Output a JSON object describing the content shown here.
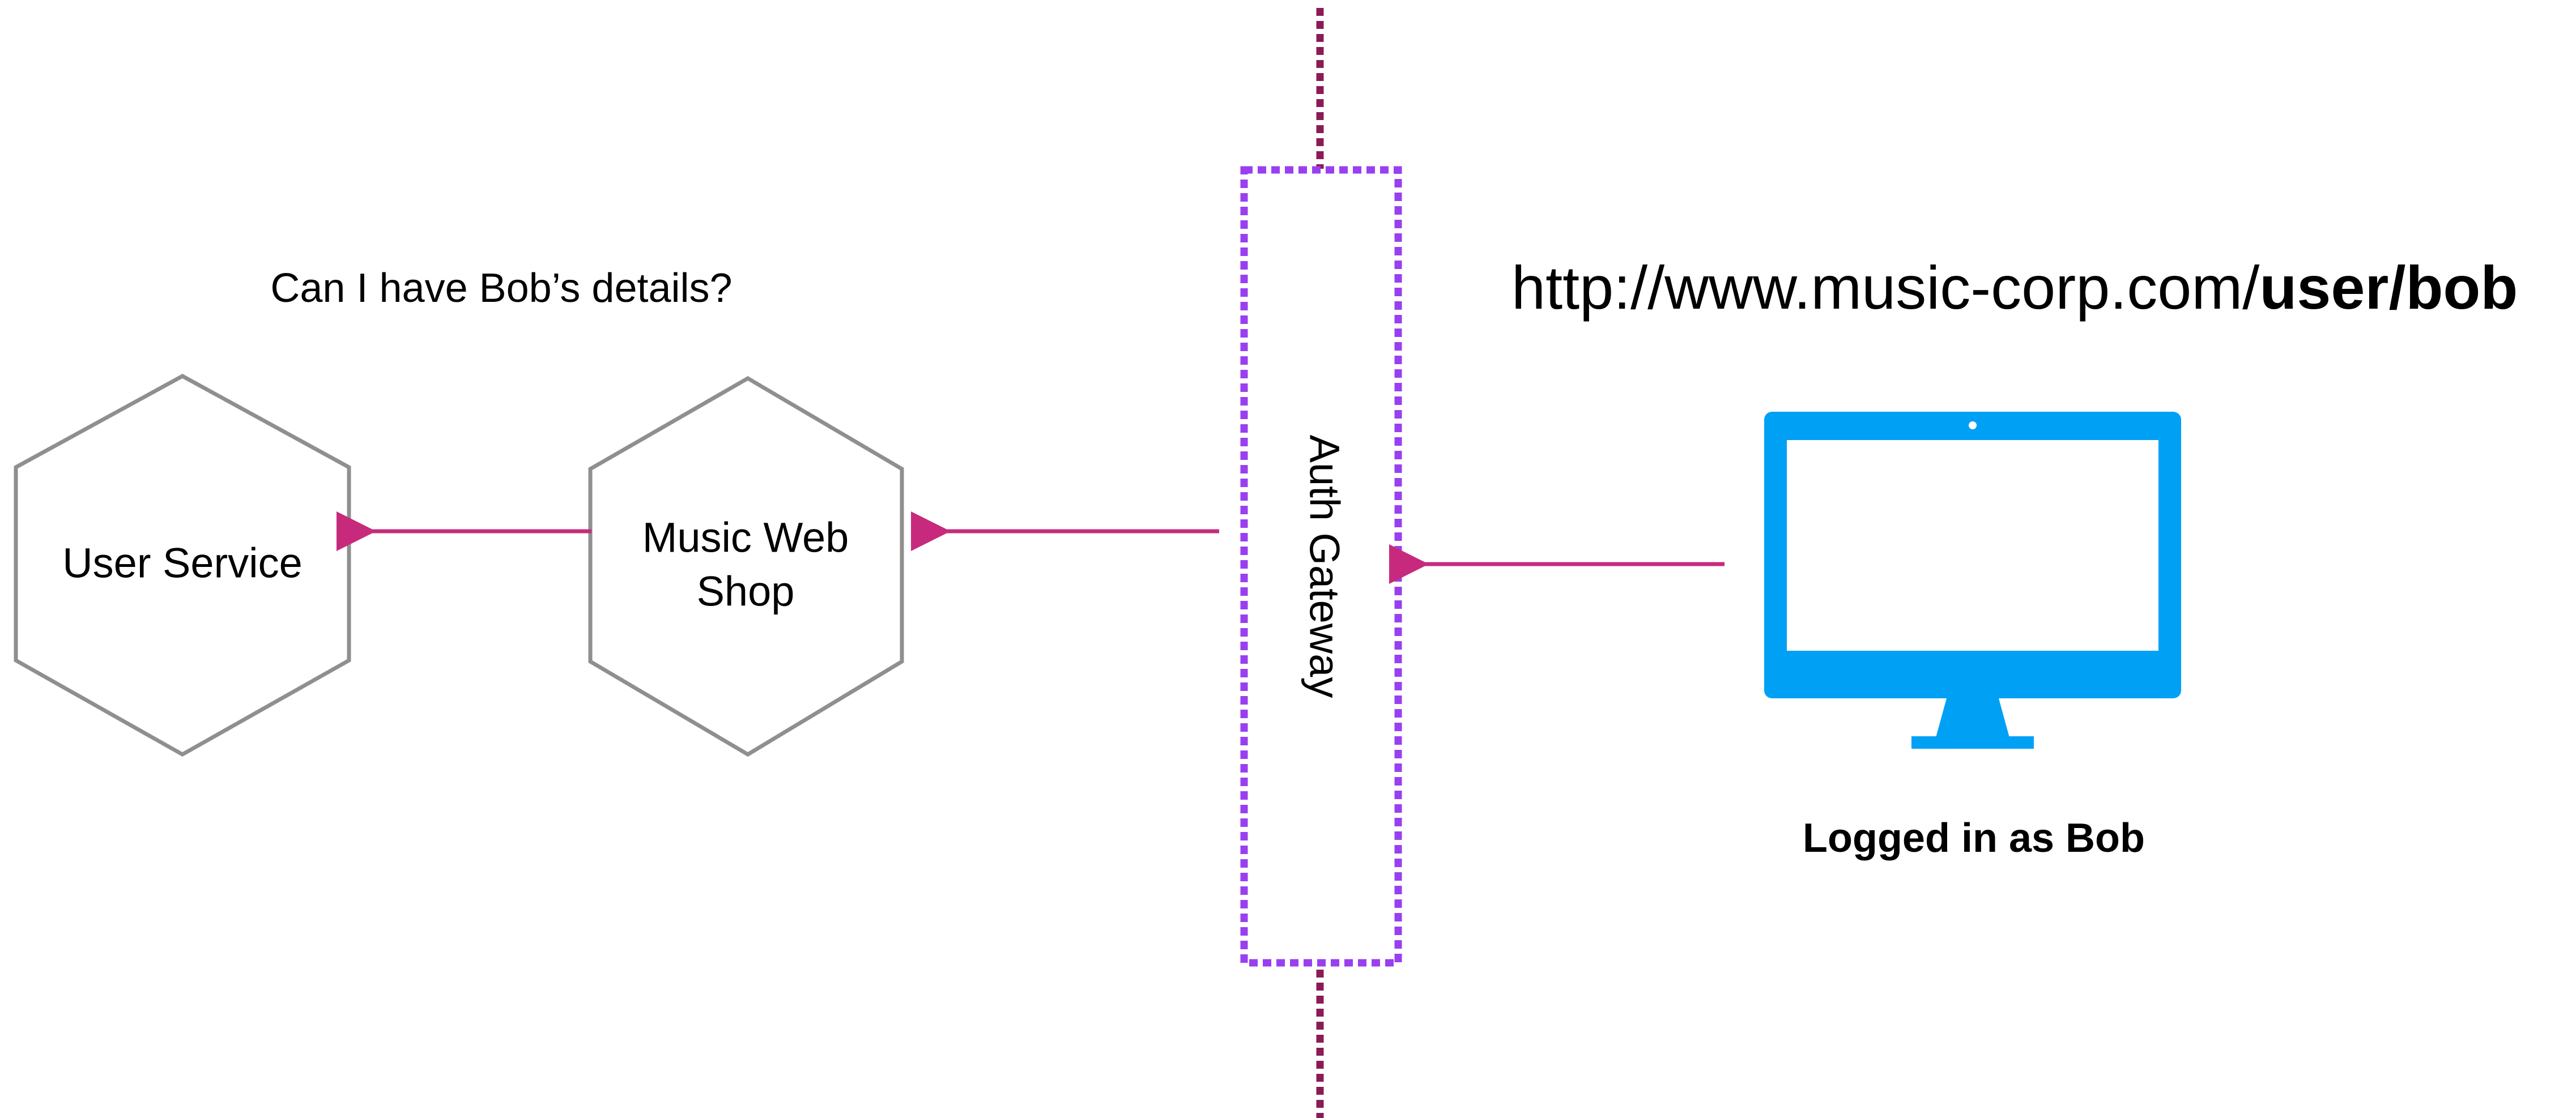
{
  "question_text": "Can I have Bob’s details?",
  "nodes": {
    "user_service": {
      "label": "User Service"
    },
    "music_web_shop": {
      "label_line1": "Music Web",
      "label_line2": "Shop"
    },
    "auth_gateway": {
      "label": "Auth Gateway"
    }
  },
  "url": {
    "prefix": "http://www.music-corp.com/",
    "bold_path": "user/bob"
  },
  "client": {
    "icon": "desktop-monitor-icon",
    "caption": "Logged in as Bob"
  },
  "colors": {
    "arrow": "#c72a7c",
    "boundary_line": "#8b1a55",
    "gateway_border": "#9a3ff0",
    "hexagon_stroke": "#8f8f8f",
    "monitor": "#00a0f5"
  }
}
